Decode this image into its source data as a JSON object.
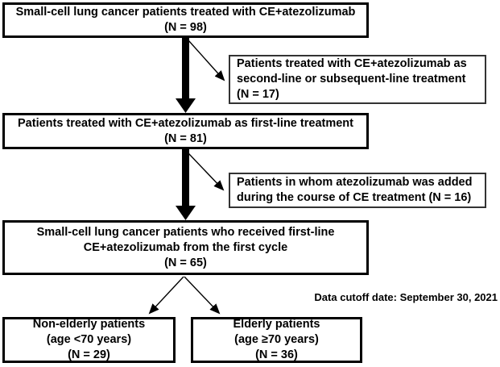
{
  "colors": {
    "background": "#ffffff",
    "main_box_border": "#000000",
    "exclusion_box_border": "#333333",
    "text": "#000000",
    "arrow": "#000000"
  },
  "flowchart": {
    "main_boxes": [
      {
        "lines": [
          "Small-cell lung cancer patients treated with CE+atezolizumab",
          "(N = 98)"
        ]
      },
      {
        "lines": [
          "Patients treated with CE+atezolizumab as first-line treatment",
          "(N = 81)"
        ]
      },
      {
        "lines": [
          "Small-cell lung cancer patients who received first-line",
          "CE+atezolizumab from the first cycle",
          "(N = 65)"
        ]
      }
    ],
    "exclusion_boxes": [
      {
        "lines": [
          "Patients treated with CE+atezolizumab as",
          "second-line or subsequent-line treatment",
          "(N = 17)"
        ]
      },
      {
        "lines": [
          "Patients in whom atezolizumab was added",
          "during the course of CE treatment (N = 16)"
        ]
      }
    ],
    "subgroup_boxes": [
      {
        "lines": [
          "Non-elderly patients",
          "(age <70 years)",
          "(N = 29)"
        ]
      },
      {
        "lines": [
          "Elderly patients",
          "(age ≥70 years)",
          "(N = 36)"
        ]
      }
    ],
    "note": "Data cutoff date: September 30, 2021"
  }
}
